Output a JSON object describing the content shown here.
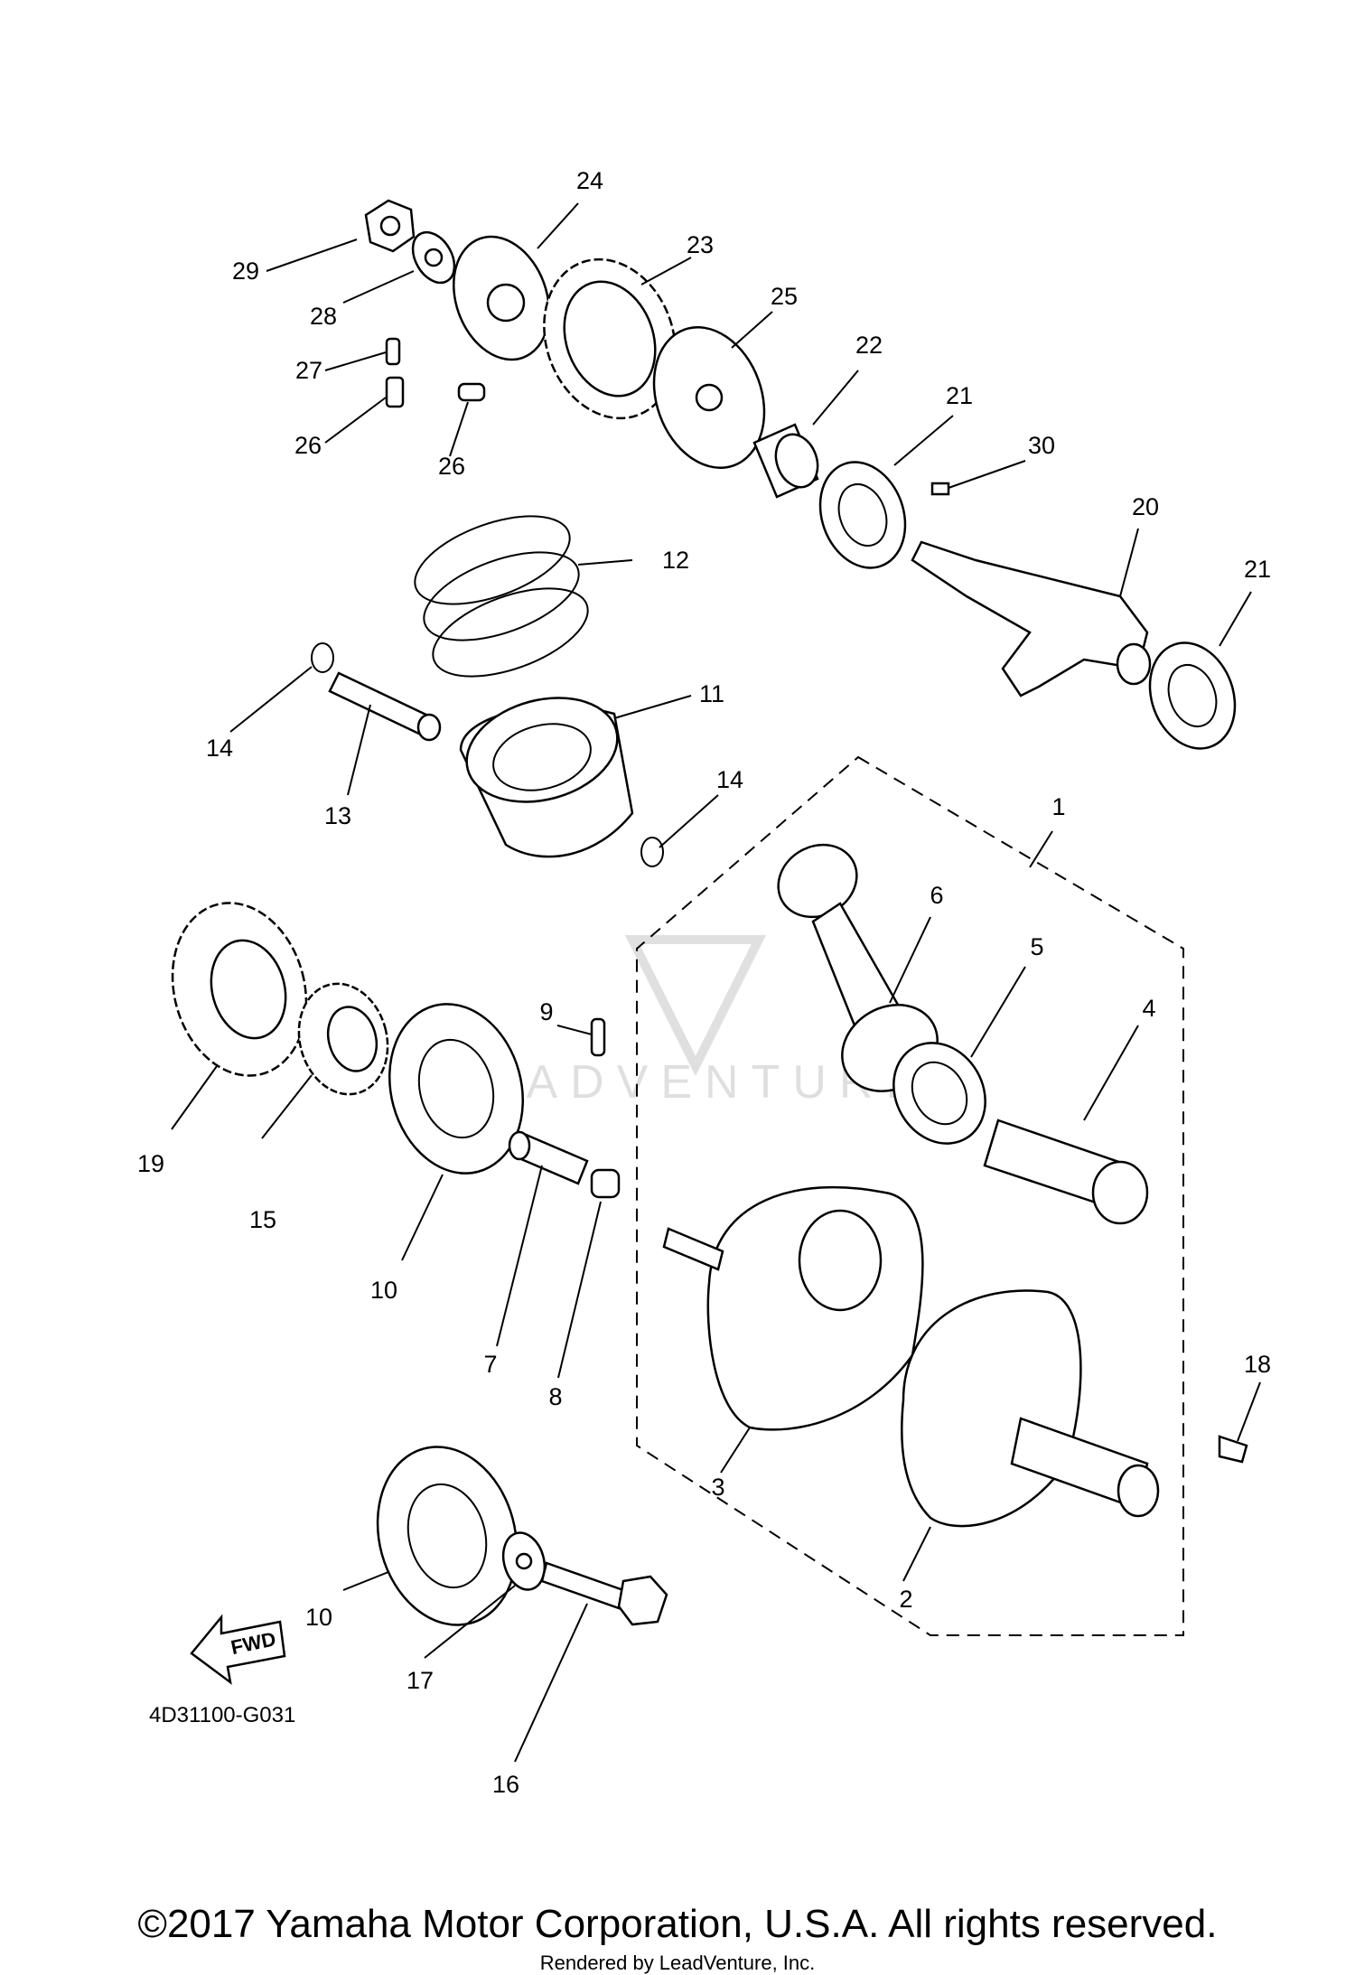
{
  "diagram_code": "4D31100-G031",
  "fwd_label": "FWD",
  "watermark_text": "LEADVENTURE",
  "copyright": "©2017 Yamaha Motor Corporation, U.S.A. All rights reserved.",
  "rendered_by": "Rendered by LeadVenture, Inc.",
  "callouts": [
    "1",
    "2",
    "3",
    "4",
    "5",
    "6",
    "7",
    "8",
    "9",
    "10",
    "10",
    "11",
    "12",
    "13",
    "14",
    "14",
    "15",
    "16",
    "17",
    "18",
    "19",
    "20",
    "21",
    "21",
    "22",
    "23",
    "24",
    "25",
    "26",
    "26",
    "27",
    "28",
    "29",
    "30"
  ]
}
